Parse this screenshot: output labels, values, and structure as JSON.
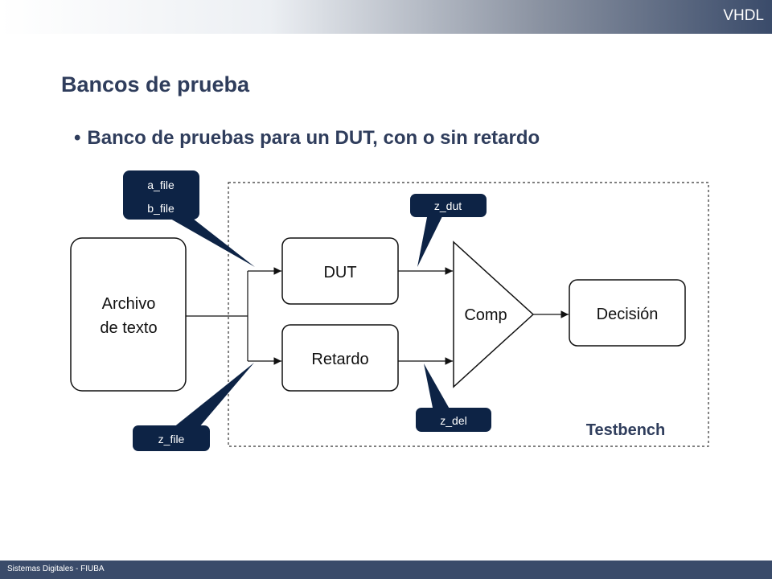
{
  "header": {
    "brand": "VHDL"
  },
  "slide": {
    "title": "Bancos de prueba",
    "bullet": "Banco de pruebas para un DUT, con o sin retardo"
  },
  "footer": {
    "text": "Sistemas Digitales - FIUBA"
  },
  "diagram": {
    "nodes": {
      "archivo_line1": "Archivo",
      "archivo_line2": "de texto",
      "dut": "DUT",
      "retardo": "Retardo",
      "comp": "Comp",
      "decision": "Decisión"
    },
    "boundary_label": "Testbench",
    "callouts": {
      "ab_line1": "a_file",
      "ab_line2": "b_file",
      "z_file": "z_file",
      "z_dut": "z_dut",
      "z_del": "z_del"
    },
    "colors": {
      "callout_fill": "#0d2345",
      "title_text": "#2f3d5c",
      "testbench_label": "#2f3d5c"
    }
  }
}
